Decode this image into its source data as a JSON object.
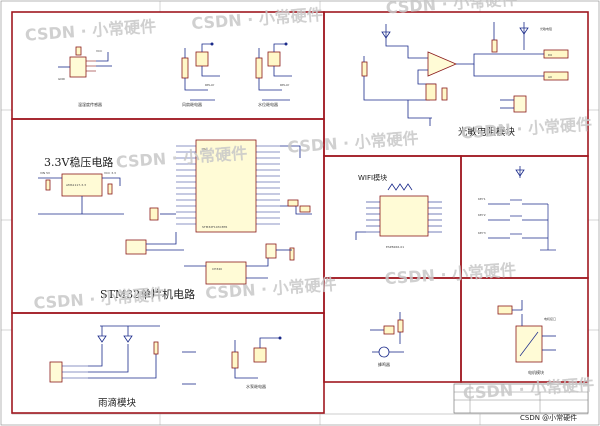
{
  "sections": {
    "lightsensor": {
      "title": "光敏电阻模块"
    },
    "regulator": {
      "title": "3.3V稳压电路"
    },
    "mcu": {
      "title": "STM32单片机电路"
    },
    "wifi": {
      "title": "WIFI模块"
    },
    "rain": {
      "title": "雨滴模块"
    }
  },
  "sublabels": {
    "temp_sensor": "温湿度传感器",
    "fan_motor": "风扇继电器",
    "window_motor": "水位继电器",
    "relay": "水泵继电器",
    "buzzer": "蜂鸣器",
    "motor": "电机模块"
  },
  "watermark": {
    "text": "CSDN · 小常硬件"
  },
  "footer": {
    "credit": "CSDN @小常硬件"
  },
  "colors": {
    "border": "#a01820",
    "wire": "#1a2a8a",
    "component": "#8a1a1a",
    "ic_fill": "#fffbd6"
  }
}
